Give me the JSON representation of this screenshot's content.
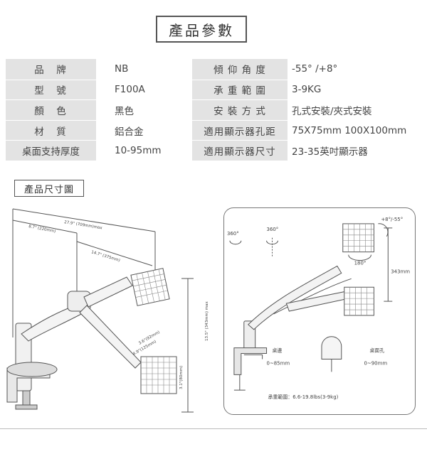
{
  "title": "產品參數",
  "specs": [
    {
      "label": "品　牌",
      "value": "NB",
      "label2": "傾 仰 角 度",
      "value2": "-55° /+8°"
    },
    {
      "label": "型　號",
      "value": "F100A",
      "label2": "承 重 範 圍",
      "value2": "3-9KG"
    },
    {
      "label": "顏　色",
      "value": "黑色",
      "label2": "安 裝 方 式",
      "value2": "孔式安裝/夾式安裝"
    },
    {
      "label": "材　質",
      "value": "鋁合金",
      "label2": "適用顯示器孔距",
      "value2": "75X75mm  100X100mm"
    },
    {
      "label": "桌面支持厚度",
      "value": "10-95mm",
      "label2": "適用顯示器尺寸",
      "value2": "23-35英吋顯示器"
    }
  ],
  "section_label": "產品尺寸圖",
  "left_diagram": {
    "dim_total": "27.9\" (709mm)max",
    "dim_inner": "8.7\" (220mm)",
    "dim_arm": "14.7\" (375mm)",
    "dim_height": "13.5\" (343mm) max",
    "dim_small1": "3.6\"(92mm)",
    "dim_small2": "4.9\"(125mm)",
    "dim_side": "3.1\"(80mm)"
  },
  "right_diagram": {
    "rot_base": "360°",
    "rot_mid": "360°",
    "tilt": "+8°/-55°",
    "swivel": "180°",
    "height": "343mm",
    "clamp_label": "桌邊",
    "clamp_range": "0~85mm",
    "hole_label": "桌面孔",
    "hole_range": "0~90mm",
    "load_range": "承重範圍：6.6-19.8lbs(3-9kg)"
  }
}
